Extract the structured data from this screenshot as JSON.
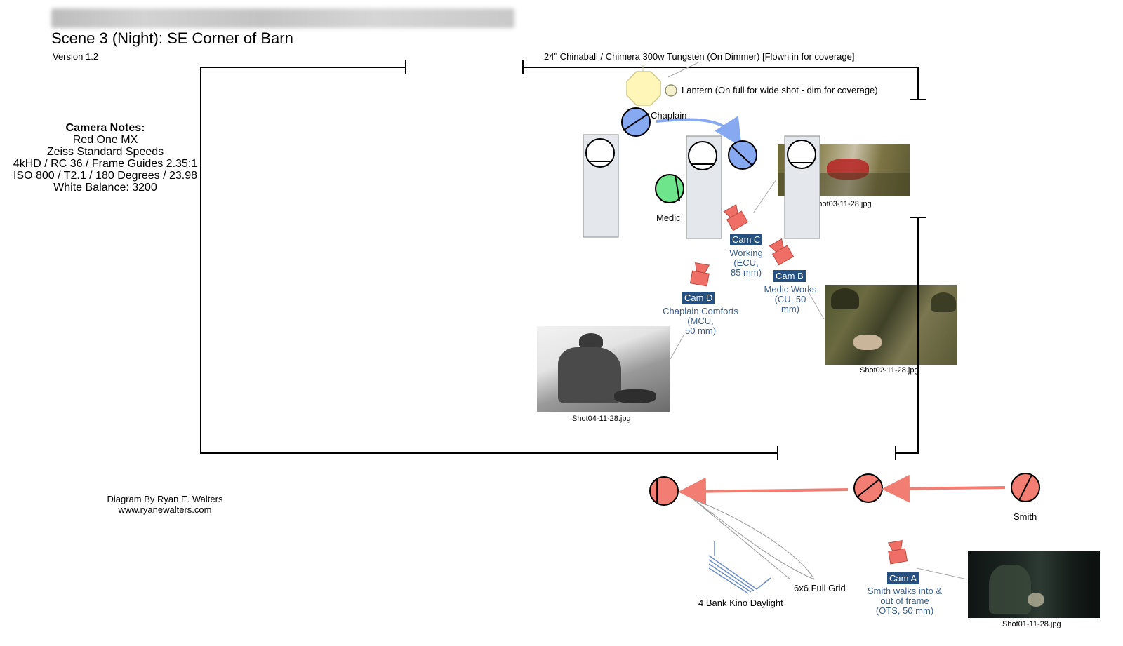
{
  "header": {
    "title": "Scene 3 (Night): SE Corner of Barn",
    "version": "Version 1.2"
  },
  "camera_notes": {
    "heading": "Camera Notes:",
    "lines": [
      "Red One MX",
      "Zeiss Standard Speeds",
      "4kHD / RC 36 / Frame Guides 2.35:1",
      "ISO 800 / T2.1 / 180 Degrees / 23.98",
      "White Balance: 3200"
    ]
  },
  "credit": {
    "line1": "Diagram By Ryan E. Walters",
    "line2": "www.ryanewalters.com"
  },
  "lights": {
    "chinaball": "24\" Chinaball / Chimera 300w Tungsten (On Dimmer) [Flown in for coverage]",
    "lantern": "Lantern (On full for wide shot - dim for coverage)",
    "kino": "4 Bank Kino Daylight",
    "grid": "6x6 Full Grid"
  },
  "actors": {
    "chaplain": "Chaplain",
    "medic": "Medic",
    "smith": "Smith"
  },
  "cameras": {
    "a": {
      "tag": "Cam A",
      "desc": [
        "Smith walks into &",
        "out of frame",
        "(OTS, 50 mm)"
      ]
    },
    "b": {
      "tag": "Cam B",
      "desc": [
        "Medic Works",
        "(CU, 50",
        "mm)"
      ]
    },
    "c": {
      "tag": "Cam C",
      "desc": [
        "Working",
        "(ECU,",
        "85 mm)"
      ]
    },
    "d": {
      "tag": "Cam D",
      "desc": [
        "Chaplain Comforts",
        "(MCU,",
        "50 mm)"
      ]
    }
  },
  "photos": {
    "shot01": "Shot01-11-28.jpg",
    "shot02": "Shot02-11-28.jpg",
    "shot03": "Shot03-11-28.jpg",
    "shot04": "Shot04-11-28.jpg"
  },
  "colors": {
    "wall": "#000000",
    "bed_fill": "#e4e8ec",
    "chaplain": "#86a9f2",
    "medic": "#6ee58a",
    "smith": "#f27d72",
    "camera": "#ef6f66",
    "light_fill": "#fff6b8",
    "move_arrow_blue": "#86a9f2",
    "move_arrow_red": "#f27d72",
    "cam_tag": "#25507f",
    "cam_text": "#3b5f8c",
    "kino": "#6a8cc8"
  }
}
